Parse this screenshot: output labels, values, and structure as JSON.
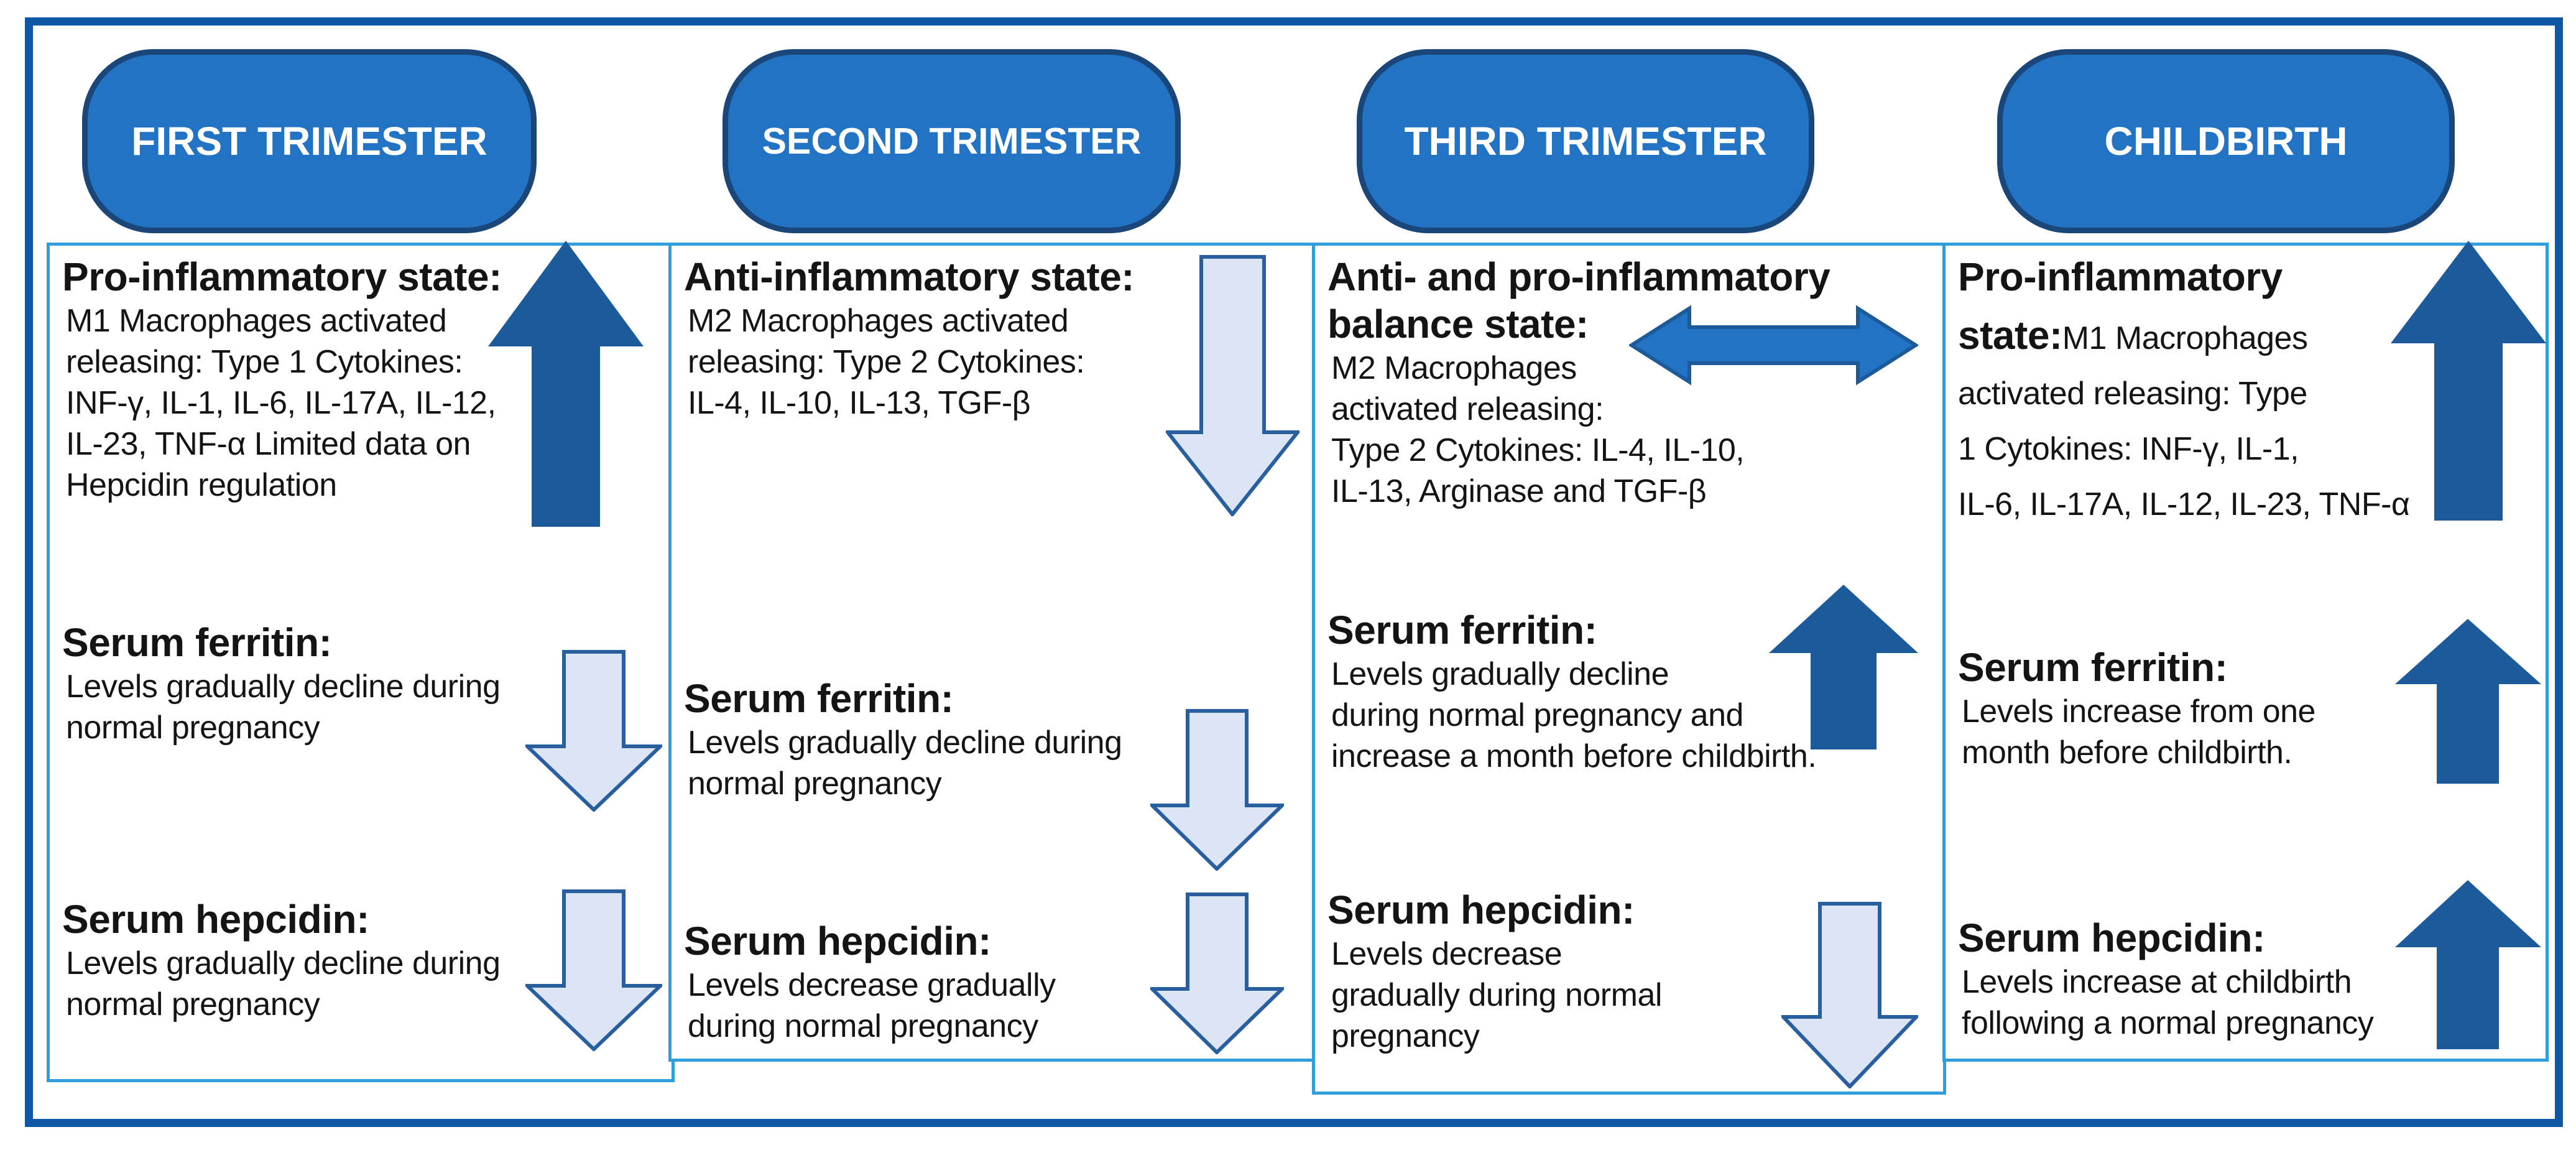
{
  "palette": {
    "frame": "#0d57a5",
    "boxborder": "#2f9edb",
    "pill": "#2373c5",
    "pillborder": "#1a4679",
    "arrowdark": "#1d5a9a",
    "lightfill": "#dbe5f4",
    "lightstroke": "#2a5f9f",
    "text": "#141414"
  },
  "columns": [
    {
      "header": "FIRST TRIMESTER",
      "state": {
        "title": "Pro-inflammatory state:",
        "body": "M1 Macrophages activated\nreleasing: Type 1 Cytokines:\nINF-γ, IL-1, IL-6, IL-17A, IL-12,\nIL-23, TNF-α Limited data on\nHepcidin regulation",
        "arrow": "up-dark"
      },
      "ferritin": {
        "title": "Serum ferritin:",
        "body": "Levels gradually decline during\nnormal pregnancy",
        "arrow": "down-light"
      },
      "hepcidin": {
        "title": "Serum hepcidin:",
        "body": "Levels gradually decline during\n normal pregnancy",
        "arrow": "down-light"
      }
    },
    {
      "header": "SECOND TRIMESTER",
      "state": {
        "title": "Anti-inflammatory state:",
        "body": "M2 Macrophages activated\nreleasing: Type 2 Cytokines:\n IL-4, IL-10, IL-13, TGF-β",
        "arrow": "down-light-long"
      },
      "ferritin": {
        "title": "Serum ferritin:",
        "body": "Levels gradually decline during\nnormal pregnancy",
        "arrow": "down-light"
      },
      "hepcidin": {
        "title": "Serum hepcidin:",
        "body": "Levels decrease gradually\nduring normal pregnancy",
        "arrow": "down-light"
      }
    },
    {
      "header": "THIRD TRIMESTER",
      "state": {
        "title": "Anti- and pro-inflammatory\nbalance state:",
        "body": " M2 Macrophages\nactivated releasing:\nType 2 Cytokines: IL-4, IL-10,\n IL-13, Arginase and TGF-β",
        "arrow": "double-dark"
      },
      "ferritin": {
        "title": "Serum ferritin:",
        "body": "Levels gradually decline\nduring normal pregnancy and\nincrease a month before childbirth.",
        "arrow": "up-dark"
      },
      "hepcidin": {
        "title": "Serum hepcidin:",
        "body": " Levels decrease\ngradually during normal\n pregnancy",
        "arrow": "down-light"
      }
    },
    {
      "header": "CHILDBIRTH",
      "state": {
        "title": "Pro-inflammatory\nstate:",
        "body": "M1 Macrophages\nactivated releasing: Type\n1 Cytokines: INF-γ, IL-1,\nIL-6, IL-17A, IL-12, IL-23, TNF-α",
        "arrow": "up-dark"
      },
      "ferritin": {
        "title": "Serum ferritin:",
        "body": "Levels increase from one\nmonth before childbirth.",
        "arrow": "up-dark"
      },
      "hepcidin": {
        "title": "Serum hepcidin:",
        "body": "Levels increase at childbirth\nfollowing a normal pregnancy",
        "arrow": "up-dark"
      }
    }
  ]
}
